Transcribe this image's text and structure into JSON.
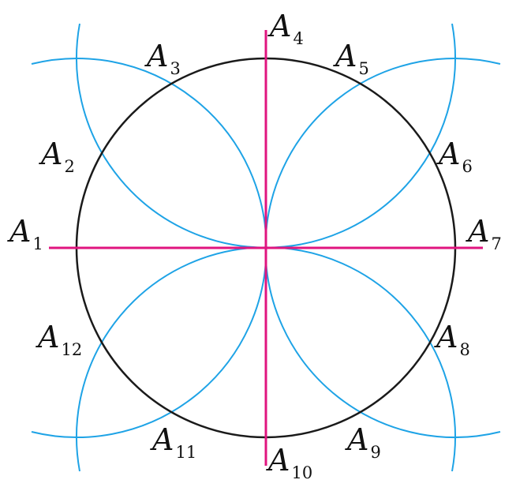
{
  "colors": {
    "circle": "#1a1a1a",
    "arcs": "#1ea3e6",
    "axes": "#e0157f"
  },
  "points": [
    {
      "letter": "A",
      "index": "1"
    },
    {
      "letter": "A",
      "index": "2"
    },
    {
      "letter": "A",
      "index": "3"
    },
    {
      "letter": "A",
      "index": "4"
    },
    {
      "letter": "A",
      "index": "5"
    },
    {
      "letter": "A",
      "index": "6"
    },
    {
      "letter": "A",
      "index": "7"
    },
    {
      "letter": "A",
      "index": "8"
    },
    {
      "letter": "A",
      "index": "9"
    },
    {
      "letter": "A",
      "index": "10"
    },
    {
      "letter": "A",
      "index": "11"
    },
    {
      "letter": "A",
      "index": "12"
    }
  ]
}
